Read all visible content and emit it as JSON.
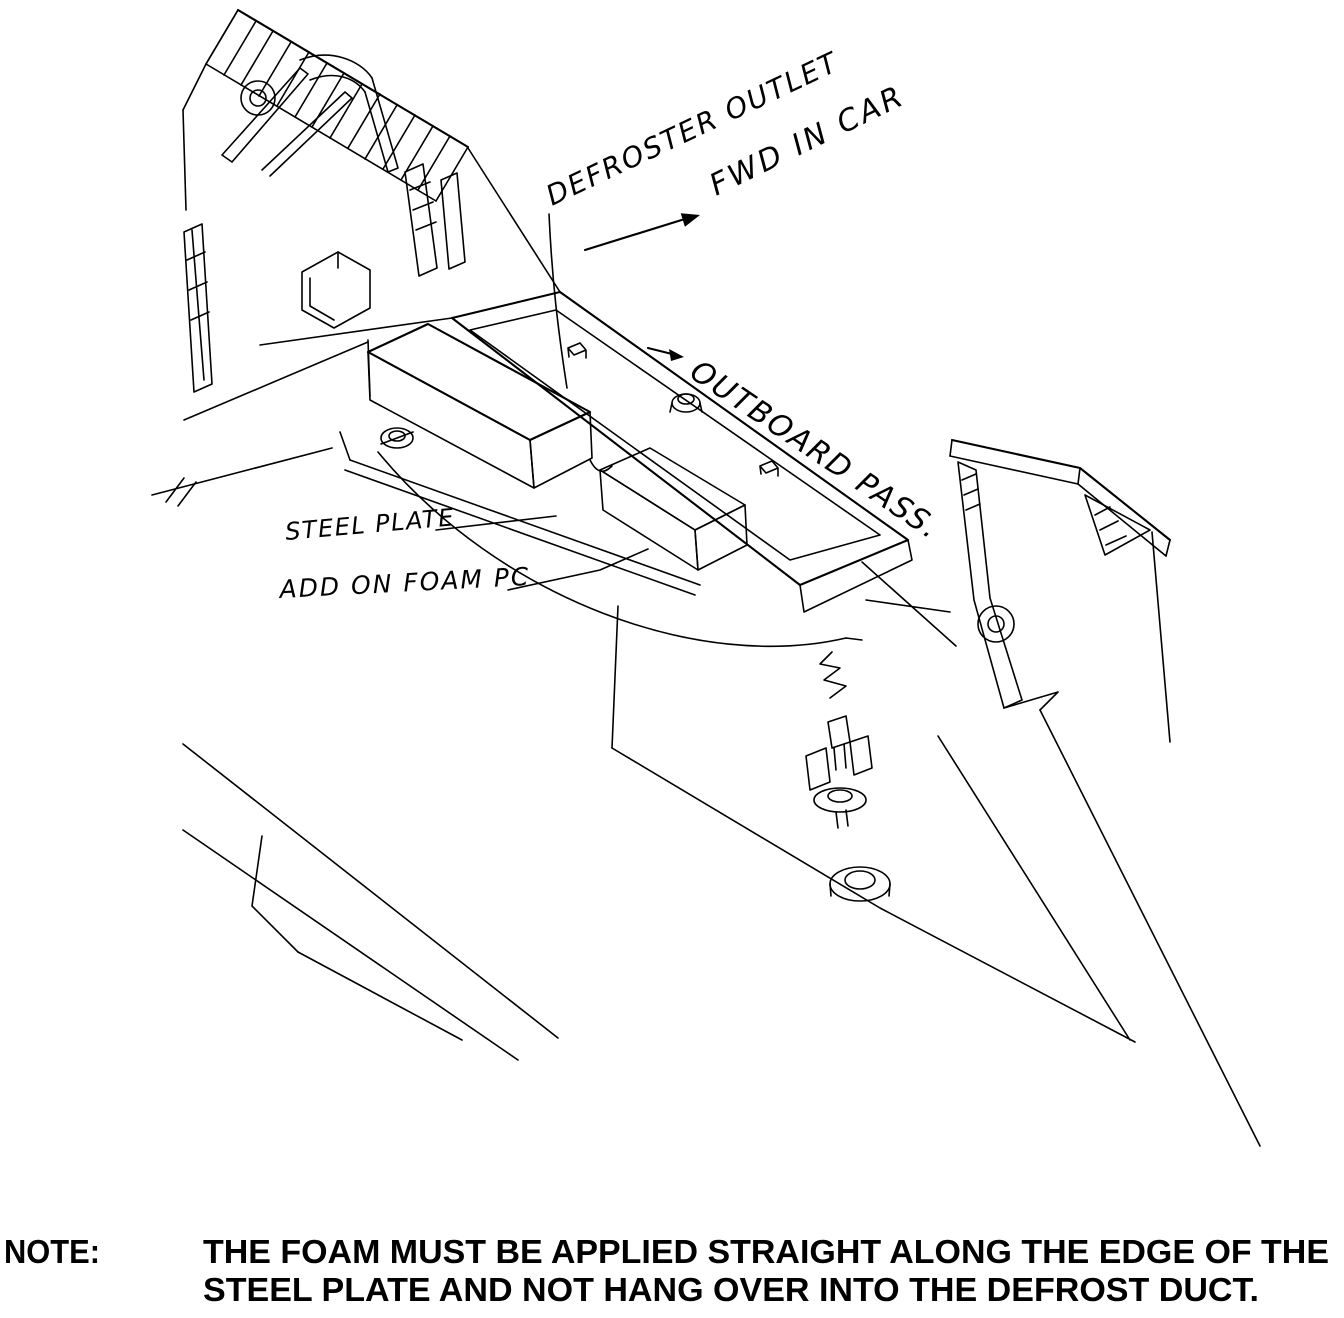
{
  "diagram": {
    "labels": {
      "defroster_outlet": "DEFROSTER OUTLET",
      "fwd_in_car": "FWD IN CAR",
      "outboard_pass": "OUTBOARD PASS.",
      "steel_plate": "STEEL PLATE",
      "add_on_foam_pc": "ADD ON FOAM PC"
    },
    "note": {
      "heading": "NOTE:",
      "line1": "THE FOAM MUST BE APPLIED STRAIGHT ALONG THE EDGE OF THE",
      "line2": "STEEL PLATE AND NOT HANG OVER INTO THE DEFROST DUCT."
    },
    "colors": {
      "ink": "#000000",
      "paper": "#ffffff"
    }
  }
}
